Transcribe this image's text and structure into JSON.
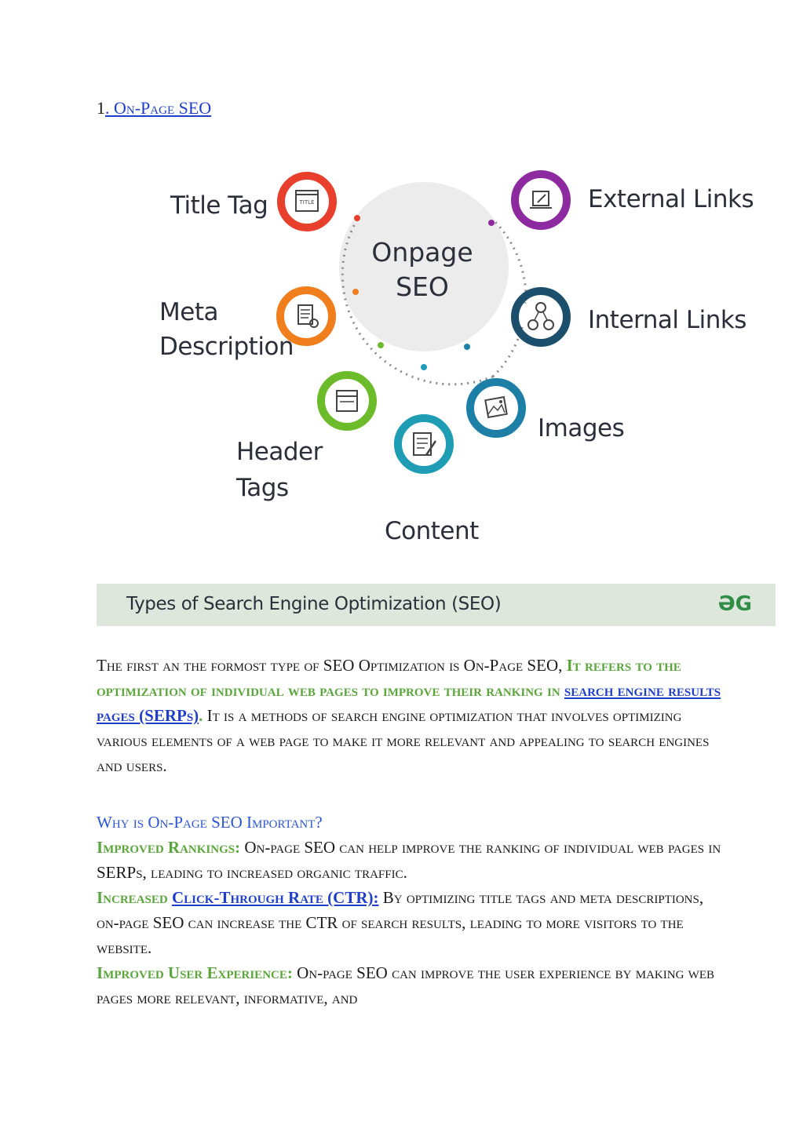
{
  "heading": {
    "number": "1",
    "link_text": ". On-Page SEO"
  },
  "infographic": {
    "center": [
      "Onpage",
      "SEO"
    ],
    "labels": {
      "title_tag": "Title Tag",
      "meta_line1": "Meta",
      "meta_line2": "Description",
      "header_line1": "Header",
      "header_line2": "Tags",
      "content": "Content",
      "external": "External Links",
      "internal": "Internal Links",
      "images": "Images"
    },
    "banner_title": "Types of Search Engine Optimization (SEO)",
    "banner_logo": "ƏG",
    "title_tag_icon_text": "TITLE",
    "colors": {
      "red": "#e8402c",
      "orange": "#f07e1d",
      "green": "#6cbb2a",
      "teal": "#1e9db4",
      "blue": "#1d7fa6",
      "navy": "#1b4f6b",
      "purple": "#8e2aa0"
    }
  },
  "body": {
    "p1_a": "The first an the formost type of SEO Optimization is On-Page SEO, ",
    "p1_green": "It refers to the optimization of individual web pages to improve their ranking in ",
    "p1_link": "search engine results pages (SERPs)",
    "p1_dot": ".",
    "p1_b": " It is a methods of search engine optimization that involves optimizing various elements of a web page to make it more relevant and appealing to search engines and users.",
    "why_title": "Why is On-Page SEO Important?",
    "item1_label": "Improved Rankings:",
    "item1_text": " On-page SEO can help improve the ranking of individual web pages in SERPs, leading to increased organic traffic.",
    "item2_label_a": "Increased ",
    "item2_link": "Click-Through Rate (CTR):",
    "item2_text": " By optimizing title tags and meta descriptions, on-page SEO can increase the CTR of search results, leading to more visitors to the website.",
    "item3_label": "Improved User Experience:",
    "item3_text": " On-page SEO can improve the user experience by making web pages more relevant, informative, and"
  }
}
